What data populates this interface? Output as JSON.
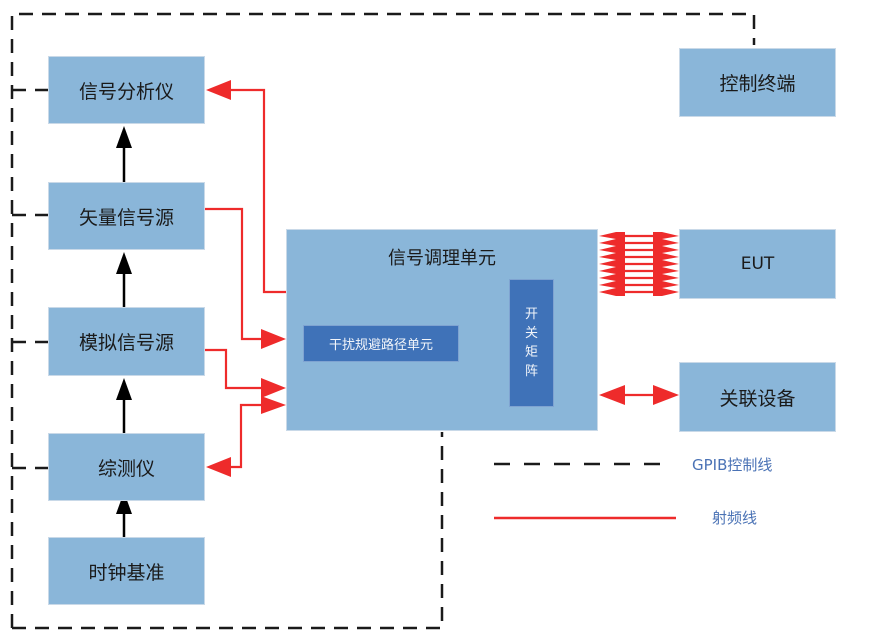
{
  "diagram": {
    "left_column": [
      {
        "id": "signal-analyzer",
        "label": "信号分析仪"
      },
      {
        "id": "vector-signal-source",
        "label": "矢量信号源"
      },
      {
        "id": "analog-signal-source",
        "label": "模拟信号源"
      },
      {
        "id": "comprehensive-tester",
        "label": "综测仪"
      },
      {
        "id": "clock-reference",
        "label": "时钟基准"
      }
    ],
    "center": {
      "title": "信号调理单元",
      "interference_unit": "干扰规避路径单元",
      "switch_matrix": [
        "开",
        "关",
        "矩",
        "阵"
      ]
    },
    "right_column": [
      {
        "id": "control-terminal",
        "label": "控制终端"
      },
      {
        "id": "eut",
        "label": "EUT"
      },
      {
        "id": "associated-device",
        "label": "关联设备"
      }
    ],
    "legend": {
      "gpib": "GPIB控制线",
      "rf": "射频线"
    },
    "colors": {
      "box_fill": "#8ab6d9",
      "inner_fill": "#3f72b8",
      "rf_line": "#ee2b2b",
      "gpib_line": "#1a1a1a",
      "legend_text": "#4a72b5"
    }
  }
}
